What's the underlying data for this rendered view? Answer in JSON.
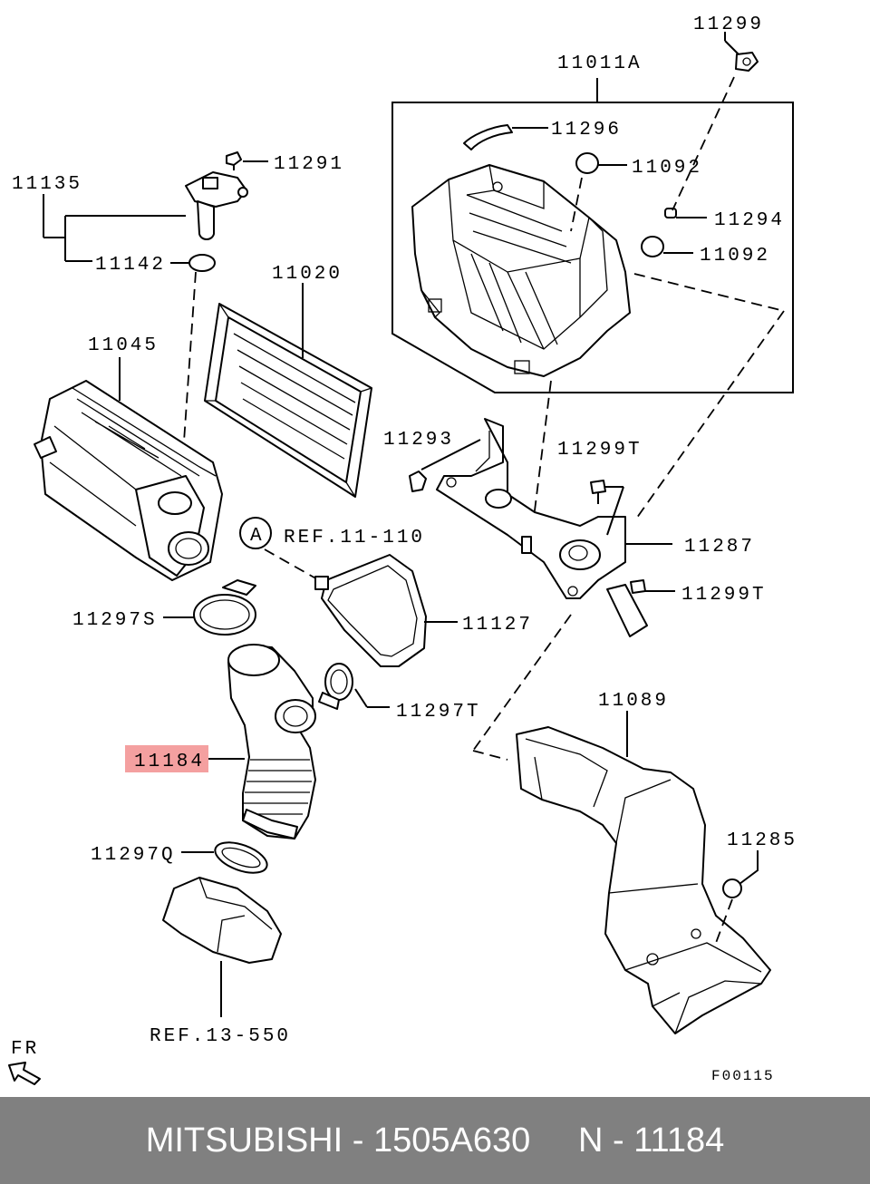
{
  "labels": {
    "p11299": "11299",
    "p11011A": "11011A",
    "p11296": "11296",
    "p11092a": "11092",
    "p11294": "11294",
    "p11092b": "11092",
    "p11291": "11291",
    "p11135": "11135",
    "p11142": "11142",
    "p11020": "11020",
    "p11045": "11045",
    "p11293": "11293",
    "p11299Ta": "11299T",
    "p11287": "11287",
    "p11299Tb": "11299T",
    "refA": "A",
    "ref11110": "REF.11-110",
    "p11127": "11127",
    "p11297S": "11297S",
    "p11297T": "11297T",
    "p11184": "11184",
    "p11089": "11089",
    "p11297Q": "11297Q",
    "p11285": "11285",
    "ref13550": "REF.13-550",
    "fr": "FR",
    "code": "F00115"
  },
  "footer": {
    "text": "MITSUBISHI - 1505A630     N - 11184"
  },
  "highlight_color": "#f4a0a0"
}
